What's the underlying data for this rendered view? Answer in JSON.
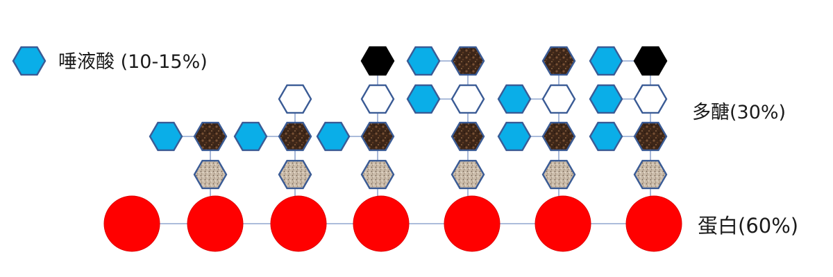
{
  "legend": {
    "label": "唾液酸 (10-15%)",
    "icon": "blue-hexagon-icon"
  },
  "labels": {
    "polysaccharide": "多醣(30%)",
    "protein": "蛋白(60%)"
  },
  "colors": {
    "protein_red": "#ff0000",
    "sialic_blue": "#0aaee8",
    "hex_outline": "#3a5b95",
    "link_line": "#8fa5cf",
    "dark_sugar": "#3d2618",
    "black_sugar": "#000000",
    "speckled_sugar": "#cbbcaa",
    "white_sugar": "#ffffff"
  },
  "chains": [
    {
      "main": [
        "speckled",
        "dark"
      ],
      "side": [
        null,
        "blue"
      ]
    },
    {
      "main": [
        "speckled",
        "dark",
        "white"
      ],
      "side": [
        null,
        "blue",
        null
      ]
    },
    {
      "main": [
        "speckled",
        "dark",
        "white",
        "black"
      ],
      "side": [
        null,
        "blue",
        null,
        null
      ]
    },
    {
      "main": [
        "speckled",
        "dark",
        "white",
        "dark"
      ],
      "side": [
        null,
        null,
        "blue",
        "blue"
      ]
    },
    {
      "main": [
        "speckled",
        "dark",
        "white",
        "dark"
      ],
      "side": [
        null,
        "blue",
        "blue",
        null
      ]
    },
    {
      "main": [
        "speckled",
        "dark",
        "white",
        "black"
      ],
      "side": [
        null,
        "blue",
        "blue",
        "blue"
      ]
    }
  ]
}
